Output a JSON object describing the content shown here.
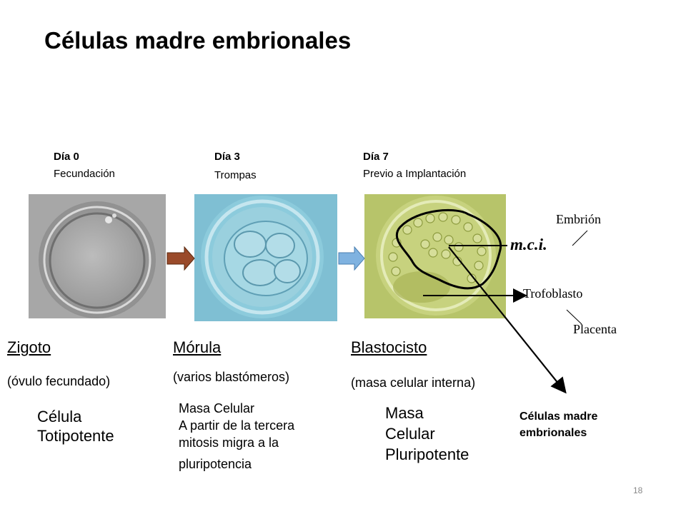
{
  "title": "Células madre embrionales",
  "days": [
    {
      "day": "Día 0",
      "desc": "Fecundación"
    },
    {
      "day": "Día 3",
      "desc": "Trompas"
    },
    {
      "day": "Día 7",
      "desc": "Previo a Implantación"
    }
  ],
  "stages": [
    {
      "name": "Zigoto",
      "sub": "(óvulo fecundado)"
    },
    {
      "name": "Mórula",
      "sub": "(varios blastómeros)"
    },
    {
      "name": "Blastocisto",
      "sub": "(masa celular interna)"
    }
  ],
  "potency": {
    "zigoto": [
      "Célula",
      "Totipotente"
    ],
    "morula": [
      "Masa Celular",
      "A partir de la tercera",
      "mitosis migra a la",
      "pluripotencia"
    ],
    "blasto": [
      "Masa",
      "Celular",
      "Pluripotente"
    ]
  },
  "labels": {
    "embrion": "Embrión",
    "mci": "m.c.i.",
    "trofoblasto": "Trofoblasto",
    "placenta": "Placenta",
    "celulas_madre": [
      "Células madre",
      "embrionales"
    ]
  },
  "page_number": "18",
  "colors": {
    "arrow1": "#9a4a2a",
    "arrow2": "#7fb2e0",
    "zygote_bg": "#b8b8b8",
    "morula_bg": "#7fbfd3",
    "blasto_bg": "#b7c46a"
  }
}
